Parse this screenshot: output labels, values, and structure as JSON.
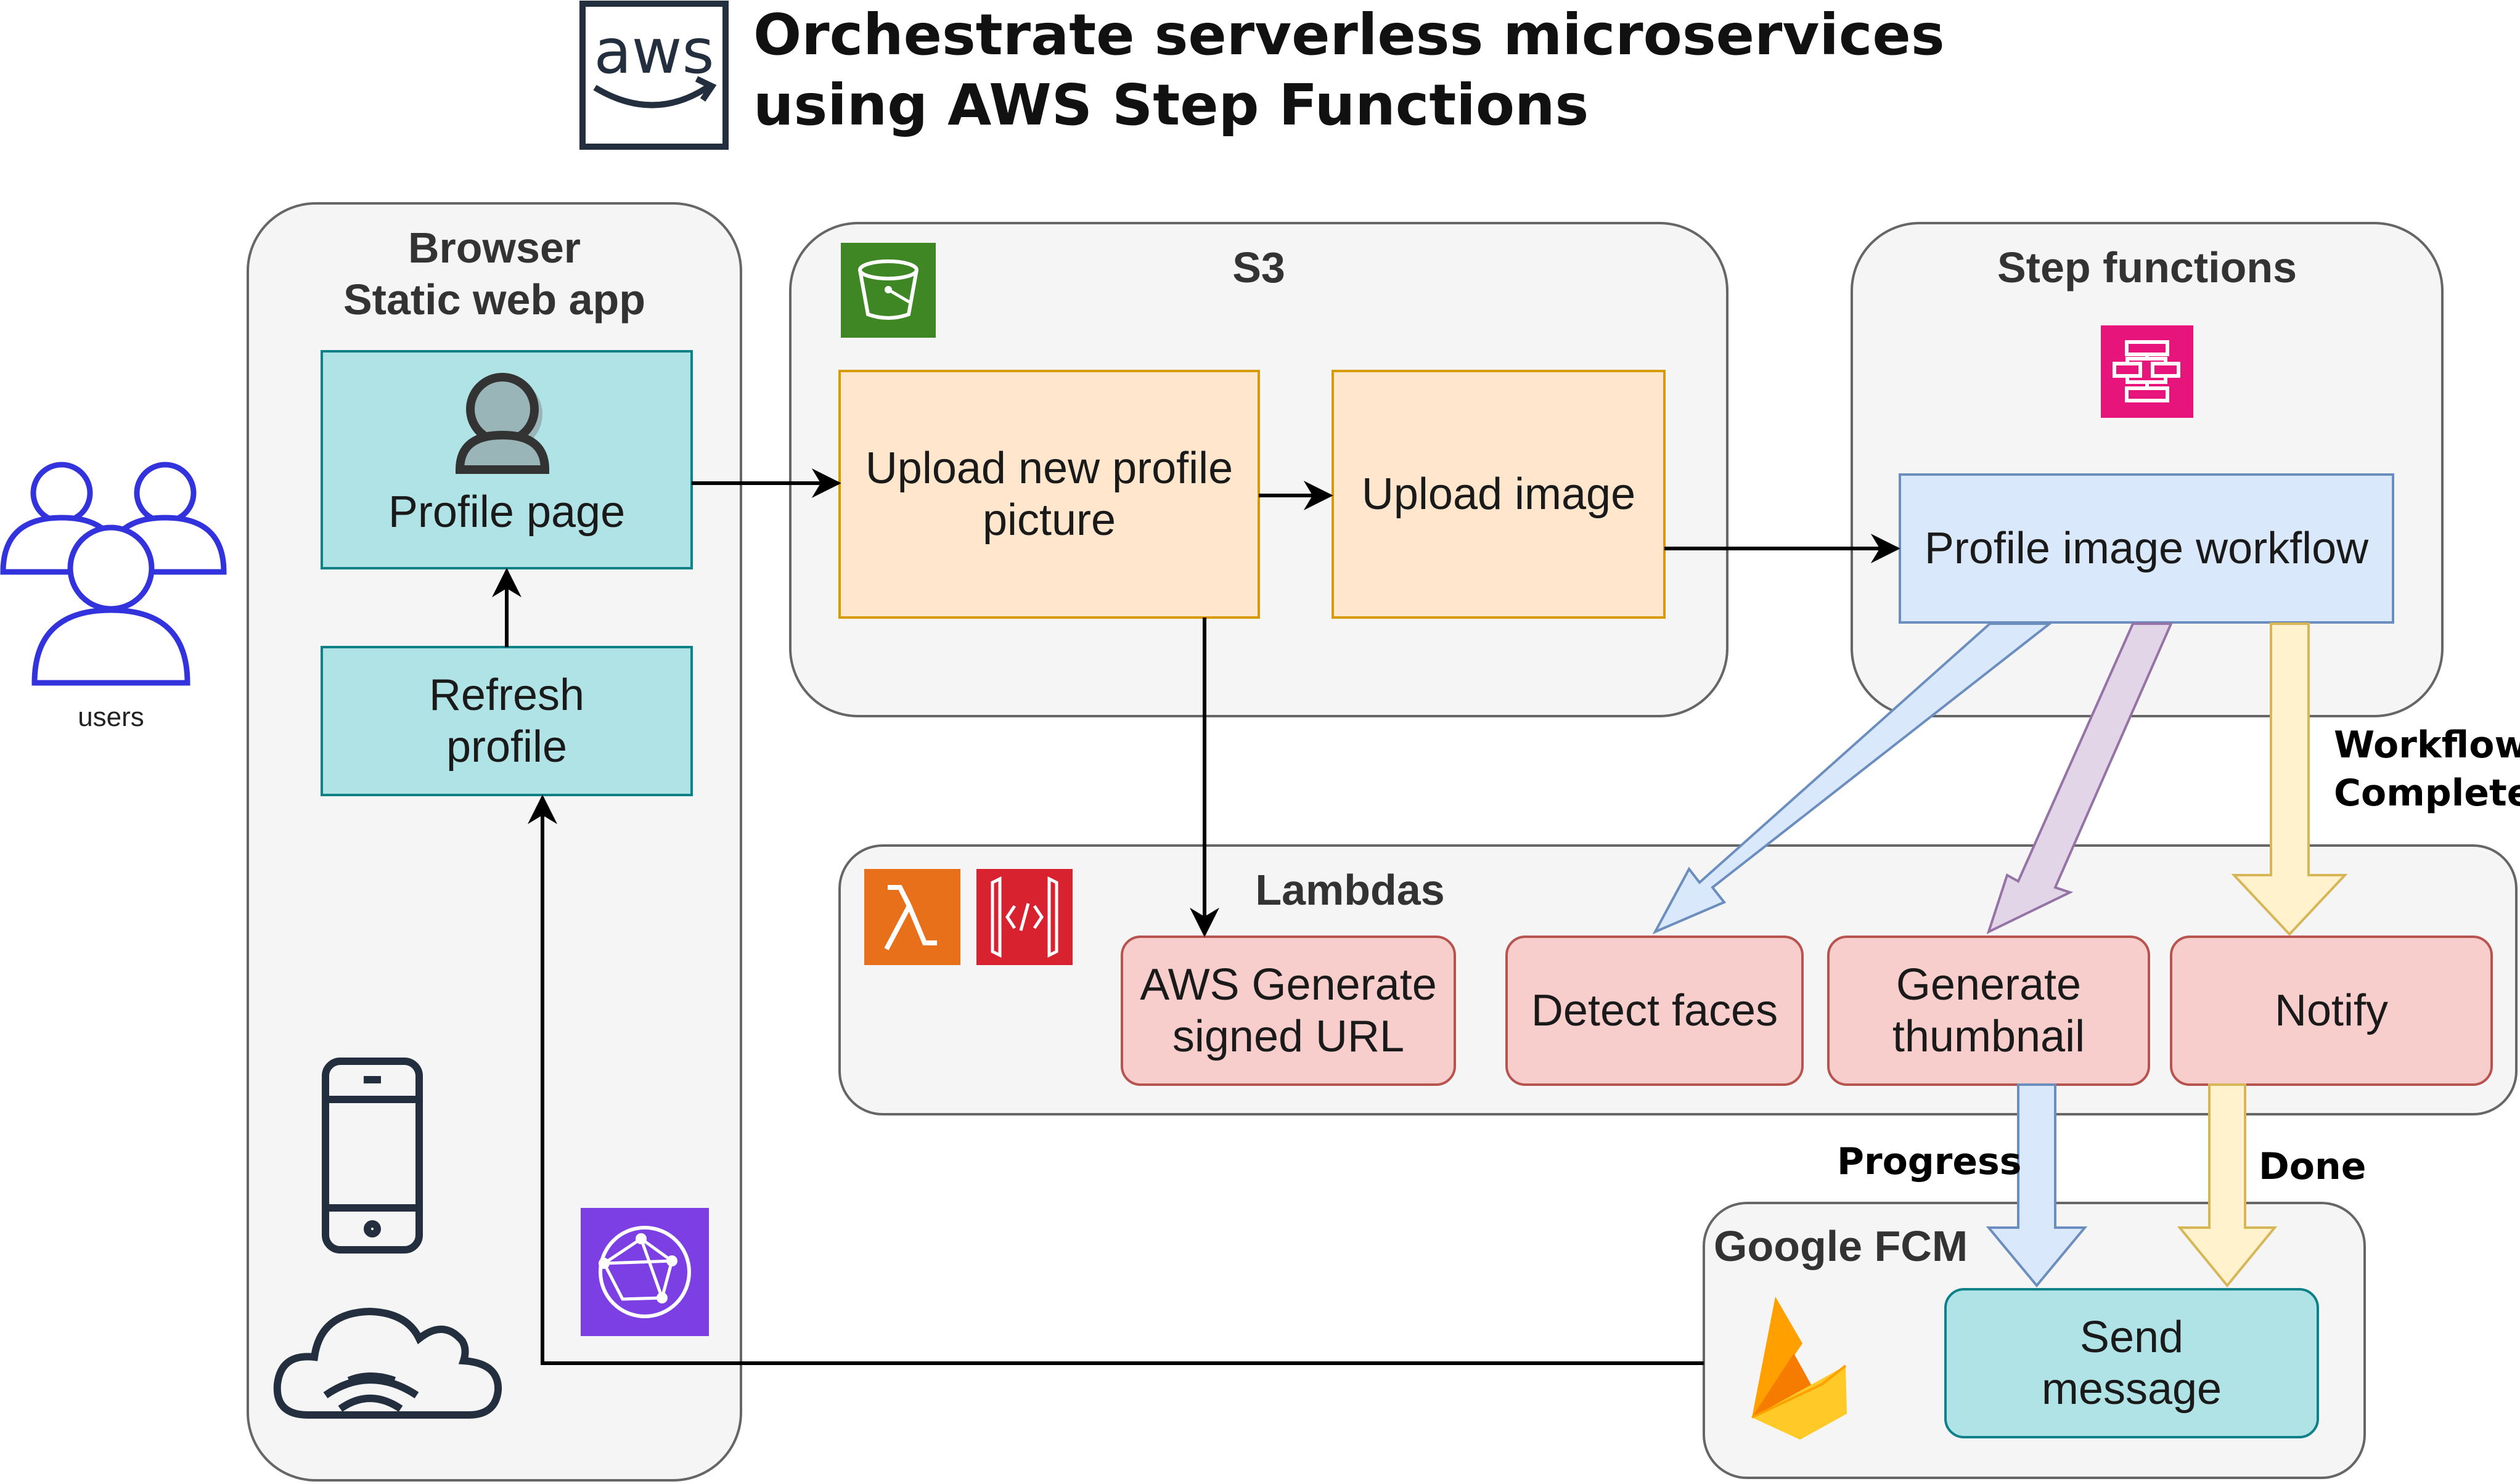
{
  "title": "Orchestrate serverless microservices\nusing AWS Step Functions",
  "logo_text": "aws",
  "actors": {
    "users_label": "users"
  },
  "groups": {
    "browser": "Browser\nStatic web app",
    "s3": "S3",
    "step_functions": "Step functions",
    "lambdas": "Lambdas",
    "google_fcm": "Google FCM"
  },
  "boxes": {
    "profile_page": "Profile page",
    "refresh_profile": "Refresh\nprofile",
    "upload_new_profile_picture": "Upload new profile\npicture",
    "upload_image": "Upload image",
    "profile_image_workflow": "Profile image workflow",
    "aws_generate_signed_url": "AWS Generate\nsigned URL",
    "detect_faces": "Detect faces",
    "generate_thumbnail": "Generate\nthumbnail",
    "notify": "Notify",
    "send_message": "Send\nmessage"
  },
  "edge_labels": {
    "workflow_complete": "Workflow\nComplete",
    "progress": "Progress",
    "done": "Done"
  },
  "icons": [
    "aws-logo-icon",
    "users-icon",
    "person-icon",
    "s3-bucket-icon",
    "step-functions-icon",
    "lambda-icon",
    "api-gateway-icon",
    "mobile-phone-icon",
    "cloud-wifi-icon",
    "cloudfront-icon",
    "firebase-icon"
  ],
  "colors": {
    "teal_fill": "#b0e3e6",
    "teal_stroke": "#0e8088",
    "orange_fill": "#ffe6cc",
    "orange_stroke": "#d79b00",
    "blue_fill": "#dae8fc",
    "blue_stroke": "#6c8ebf",
    "red_fill": "#f8cecc",
    "red_stroke": "#b85450",
    "purple_fill": "#e1d5e7",
    "purple_stroke": "#9673a6",
    "yellow_fill": "#fff2cc",
    "yellow_stroke": "#d6b656",
    "group_fill": "#f5f5f5",
    "group_stroke": "#666666"
  }
}
